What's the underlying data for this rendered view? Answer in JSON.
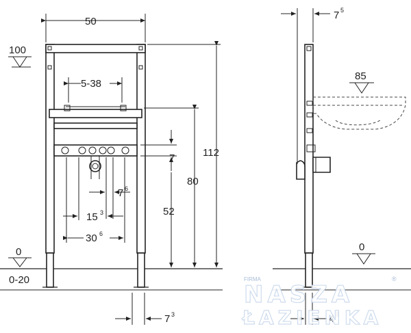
{
  "dimensions": {
    "width_top": "50",
    "level_100": "100",
    "range_5_38": "5-38",
    "depth_7": "7",
    "sup_5": "5",
    "bowl_85": "85",
    "height_112": "112",
    "height_80": "80",
    "height_52": "52",
    "spacing_7": "7",
    "sup_6a": "6",
    "spacing_15": "15",
    "sup_3a": "3",
    "spacing_30": "30",
    "sup_6b": "6",
    "level_0_front": "0",
    "level_0_side": "0",
    "floor_range": "0-20",
    "foot_7": "7",
    "sup_3b": "3",
    "foot_4": "4",
    "sup_8": "8",
    "height_7_mid": "7"
  },
  "watermark": {
    "small": "FIRMA",
    "line1": "NASZA",
    "line2": "ŁAZIENKA",
    "mark": "®"
  },
  "colors": {
    "ink": "#222222",
    "watermark_stroke": "#c9d9ec"
  }
}
